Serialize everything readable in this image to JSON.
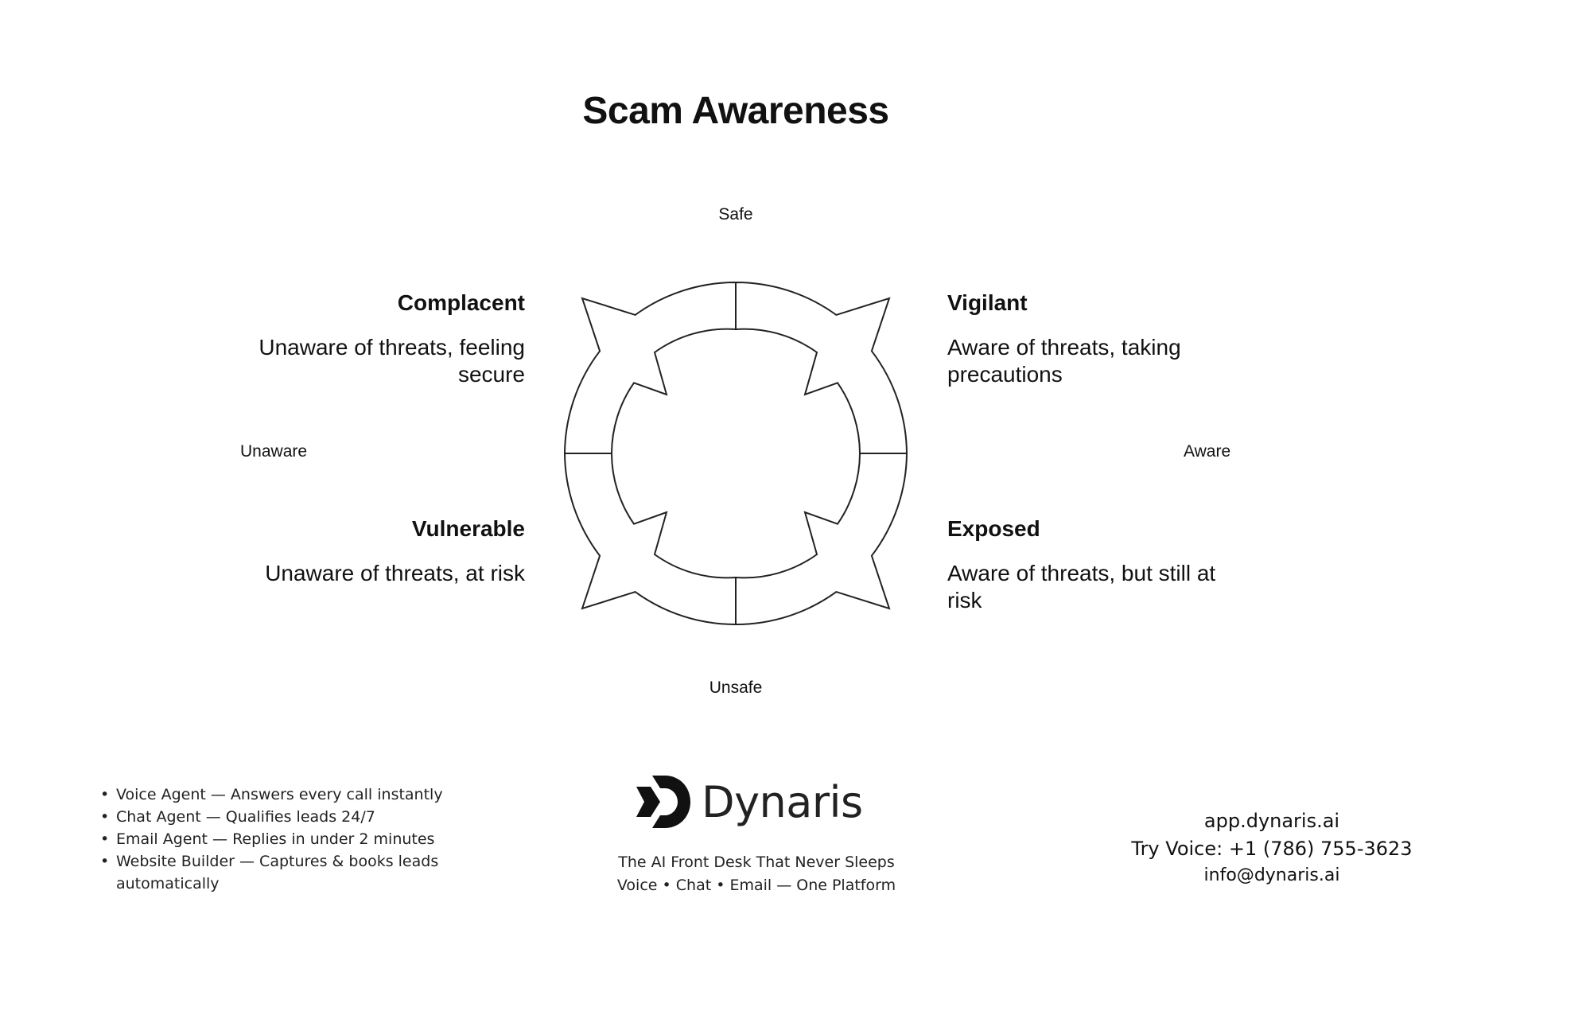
{
  "title": "Scam Awareness",
  "axes": {
    "top": "Safe",
    "bottom": "Unsafe",
    "left": "Unaware",
    "right": "Aware"
  },
  "quadrants": {
    "top_left": {
      "title": "Complacent",
      "description": "Unaware of threats, feeling secure"
    },
    "top_right": {
      "title": "Vigilant",
      "description": "Aware of threats, taking precautions"
    },
    "bottom_left": {
      "title": "Vulnerable",
      "description": "Unaware of threats, at risk"
    },
    "bottom_right": {
      "title": "Exposed",
      "description": "Aware of threats, but still at risk"
    }
  },
  "footer": {
    "features": [
      "Voice Agent — Answers every call instantly",
      "Chat Agent — Qualifies leads 24/7",
      "Email Agent — Replies in under 2 minutes",
      " Website Builder — Captures & books leads automatically"
    ],
    "brand": {
      "name": "Dynaris",
      "logo_icon": "dynaris-logo-icon"
    },
    "tagline_line1": "The AI Front Desk That Never Sleeps",
    "tagline_line2": "Voice • Chat • Email — One Platform",
    "contact": {
      "website": "app.dynaris.ai",
      "phone": "Try Voice: +1 (786) 755-3623",
      "email": "info@dynaris.ai"
    }
  }
}
